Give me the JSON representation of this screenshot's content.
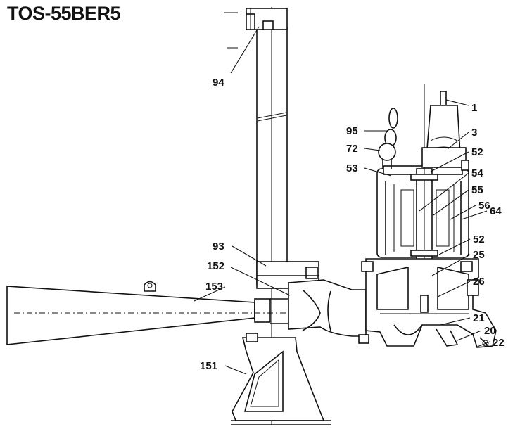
{
  "title": "TOS-55BER5",
  "callouts": [
    {
      "id": "c94",
      "label": "94"
    },
    {
      "id": "c1",
      "label": "1"
    },
    {
      "id": "c95",
      "label": "95"
    },
    {
      "id": "c3",
      "label": "3"
    },
    {
      "id": "c72",
      "label": "72"
    },
    {
      "id": "c52a",
      "label": "52"
    },
    {
      "id": "c53",
      "label": "53"
    },
    {
      "id": "c54",
      "label": "54"
    },
    {
      "id": "c55",
      "label": "55"
    },
    {
      "id": "c56",
      "label": "56"
    },
    {
      "id": "c64",
      "label": "64"
    },
    {
      "id": "c93",
      "label": "93"
    },
    {
      "id": "c52b",
      "label": "52"
    },
    {
      "id": "c152",
      "label": "152"
    },
    {
      "id": "c25",
      "label": "25"
    },
    {
      "id": "c153",
      "label": "153"
    },
    {
      "id": "c26",
      "label": "26"
    },
    {
      "id": "c21",
      "label": "21"
    },
    {
      "id": "c20",
      "label": "20"
    },
    {
      "id": "c22",
      "label": "22"
    },
    {
      "id": "c151",
      "label": "151"
    }
  ]
}
